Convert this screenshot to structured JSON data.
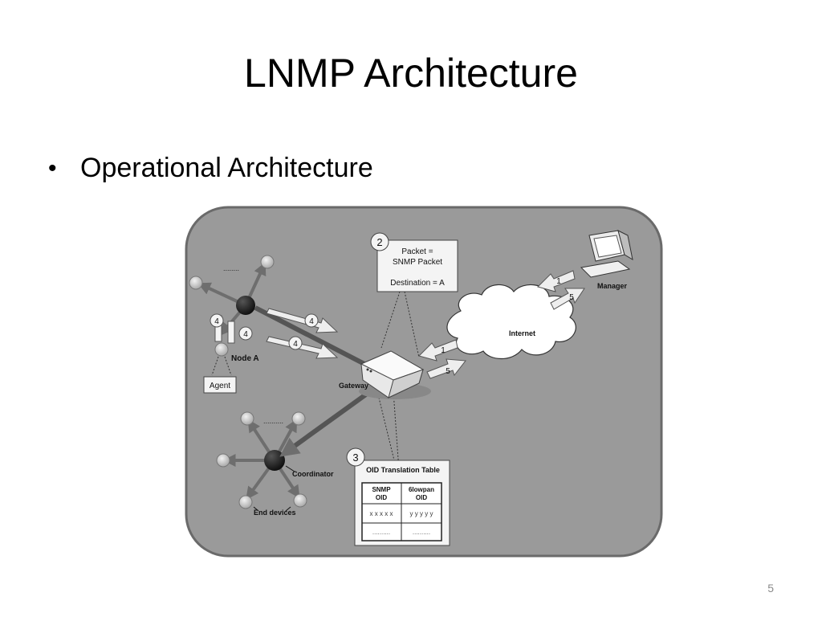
{
  "slide": {
    "title": "LNMP Architecture",
    "bullet": "Operational Architecture",
    "page_number": "5"
  },
  "diagram": {
    "step2_number": "2",
    "packet_box_line1": "Packet =",
    "packet_box_line2": "SNMP Packet",
    "packet_box_line3": "Destination = A",
    "manager_label": "Manager",
    "internet_label": "Internet",
    "gateway_label": "Gateway",
    "node_a_label": "Node A",
    "agent_label": "Agent",
    "coordinator_label": "Coordinator",
    "end_devices_label": "End devices",
    "cluster_dots_top": "........",
    "cluster_dots_bottom": "..........",
    "step3_number": "3",
    "oid_table_title": "OID Translation Table",
    "oid_col1_line1": "SNMP",
    "oid_col1_line2": "OID",
    "oid_col2_line1": "6lowpan",
    "oid_col2_line2": "OID",
    "oid_row1_col1": "x x x x x",
    "oid_row1_col2": "y y y y y",
    "oid_row2_col1": "..........",
    "oid_row2_col2": "..........",
    "arrow_manager_out": "1",
    "arrow_manager_in": "5",
    "arrow_gateway_in": "1",
    "arrow_gateway_out": "5",
    "arrow_to_node_top": "4",
    "arrow_to_node_bottom": "4",
    "arrow_node_left": "4",
    "arrow_node_right": "4"
  }
}
